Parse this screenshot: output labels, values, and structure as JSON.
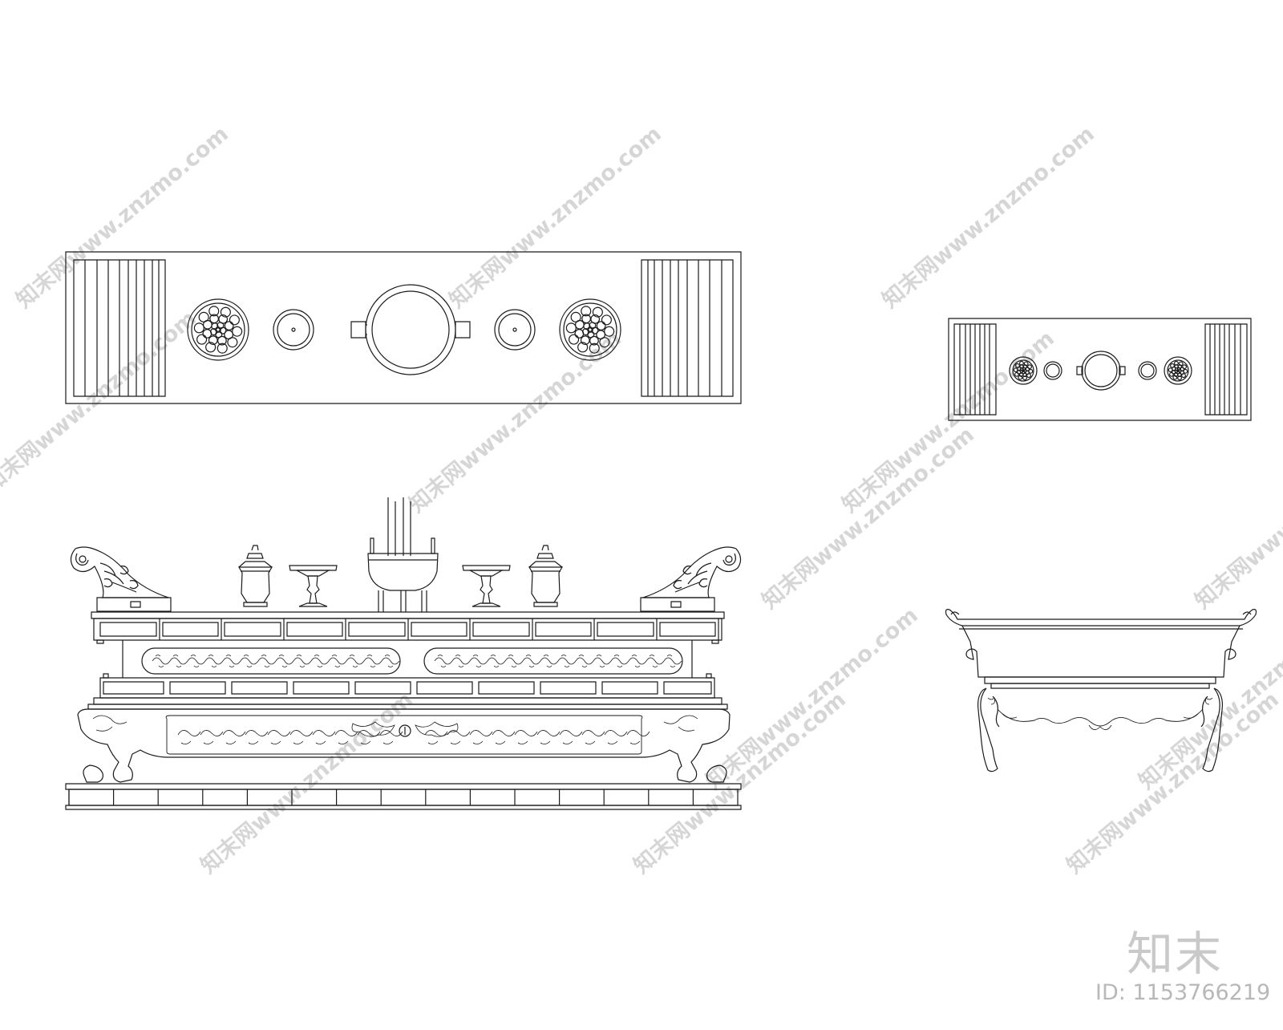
{
  "watermark": {
    "text": "知末网www.znzmo.com",
    "color": "#d6d6d6"
  },
  "brand": {
    "logo_text": "知末",
    "id_text": "ID: 1153766219"
  },
  "colors": {
    "line": "#1a1a1a",
    "background": "#ffffff"
  }
}
